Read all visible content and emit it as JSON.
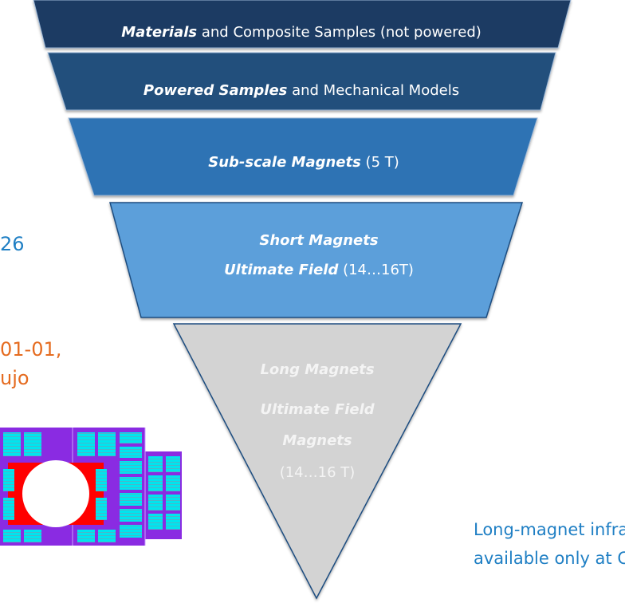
{
  "left_fragments": {
    "number": "26",
    "orange_line1": "01-01,",
    "orange_line2": "ujo"
  },
  "pyramid": [
    {
      "bold": "Materials",
      "rest": " and Composite Samples (not powered)"
    },
    {
      "bold": "Powered Samples",
      "rest": " and Mechanical Models"
    },
    {
      "bold": "Sub-scale Magnets",
      "rest": " (5 T)"
    },
    {
      "bold1": "Short Magnets",
      "bold2": "Ultimate Field",
      "rest2": " (14…16T)"
    },
    {
      "bold1": "Long Magnets",
      "bold2": "Ultimate Field",
      "bold3": "Magnets",
      "rest4": "(14…16 T)"
    }
  ],
  "note": {
    "line1": "Long-magnet infrast",
    "line2": "available only at CE"
  },
  "colors": {
    "band1": "#1c3a64",
    "band2": "#23507c",
    "band3": "#2f73b4",
    "band4": "#5b9fda",
    "band5": "#d3d3d3",
    "text_accent": "#1f7fc4",
    "text_orange": "#e56b1f",
    "magnet_purple": "#8a2be2",
    "magnet_cyan": "#00e5ee",
    "magnet_red": "#ff0000"
  }
}
